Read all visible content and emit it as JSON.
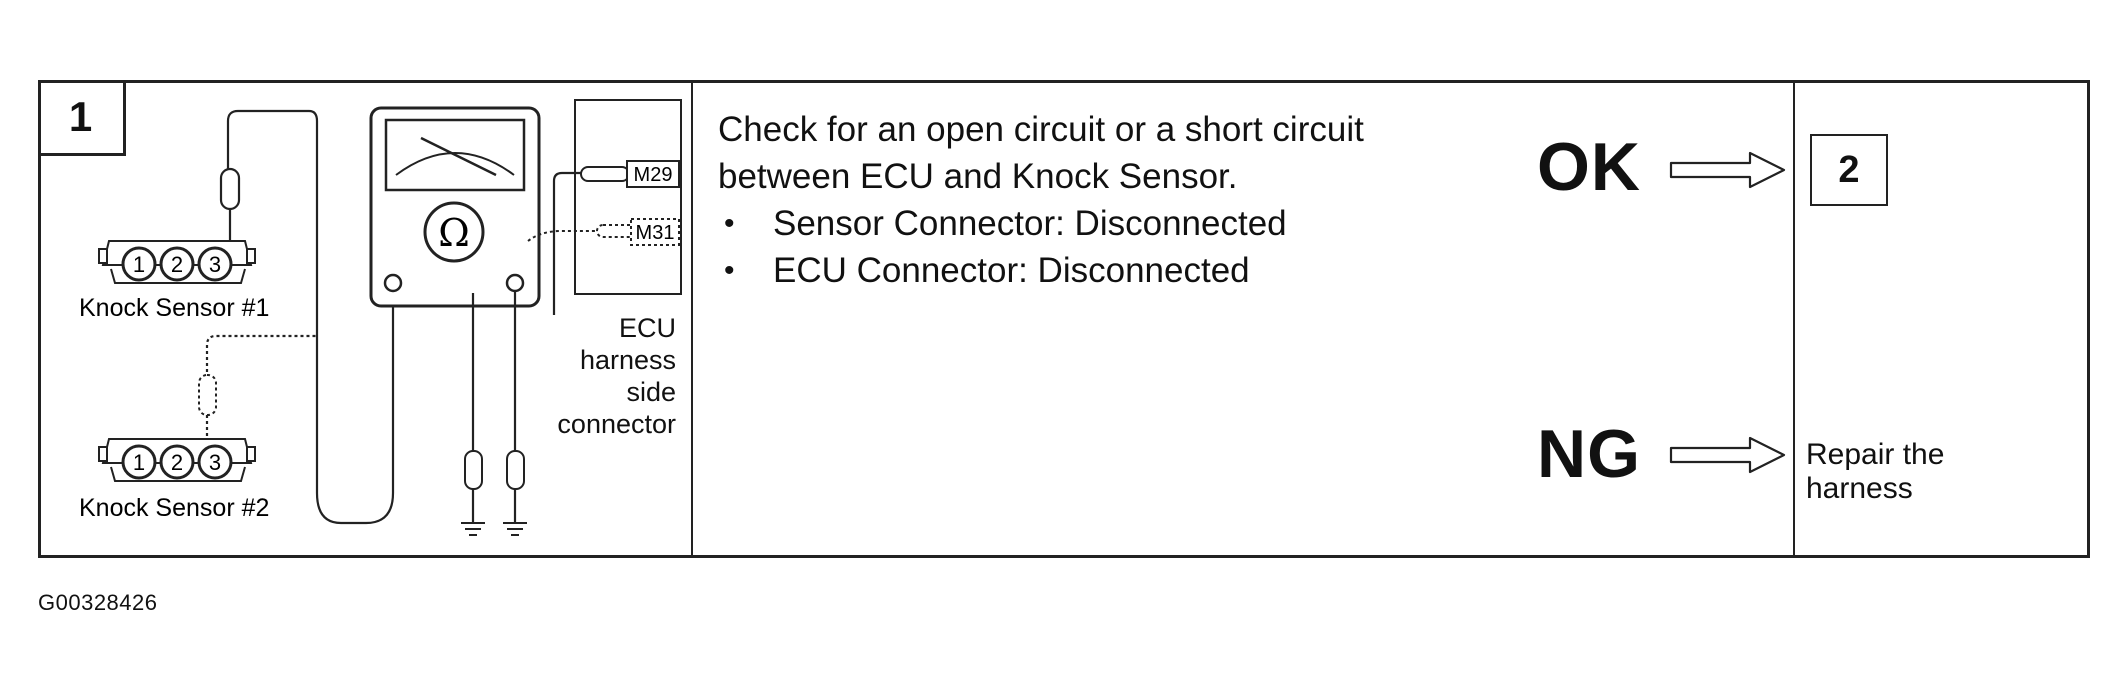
{
  "step": {
    "number": "1"
  },
  "diagram": {
    "sensor1_label": "Knock Sensor #1",
    "sensor2_label": "Knock Sensor #2",
    "pins": [
      "1",
      "2",
      "3"
    ],
    "meter_symbol": "Ω",
    "connector_a": "M29",
    "connector_b": "M31",
    "ecu_label_lines": [
      "ECU",
      "harness",
      "side",
      "connector"
    ]
  },
  "instruction": {
    "heading_line1": "Check for an open circuit or a short circuit",
    "heading_line2": "between ECU and Knock Sensor.",
    "bullets": [
      "Sensor Connector: Disconnected",
      "ECU Connector: Disconnected"
    ]
  },
  "results": {
    "ok_label": "OK",
    "ng_label": "NG",
    "ok_next_step": "2",
    "ng_action_line1": "Repair the",
    "ng_action_line2": "harness"
  },
  "figure_id": "G00328426"
}
